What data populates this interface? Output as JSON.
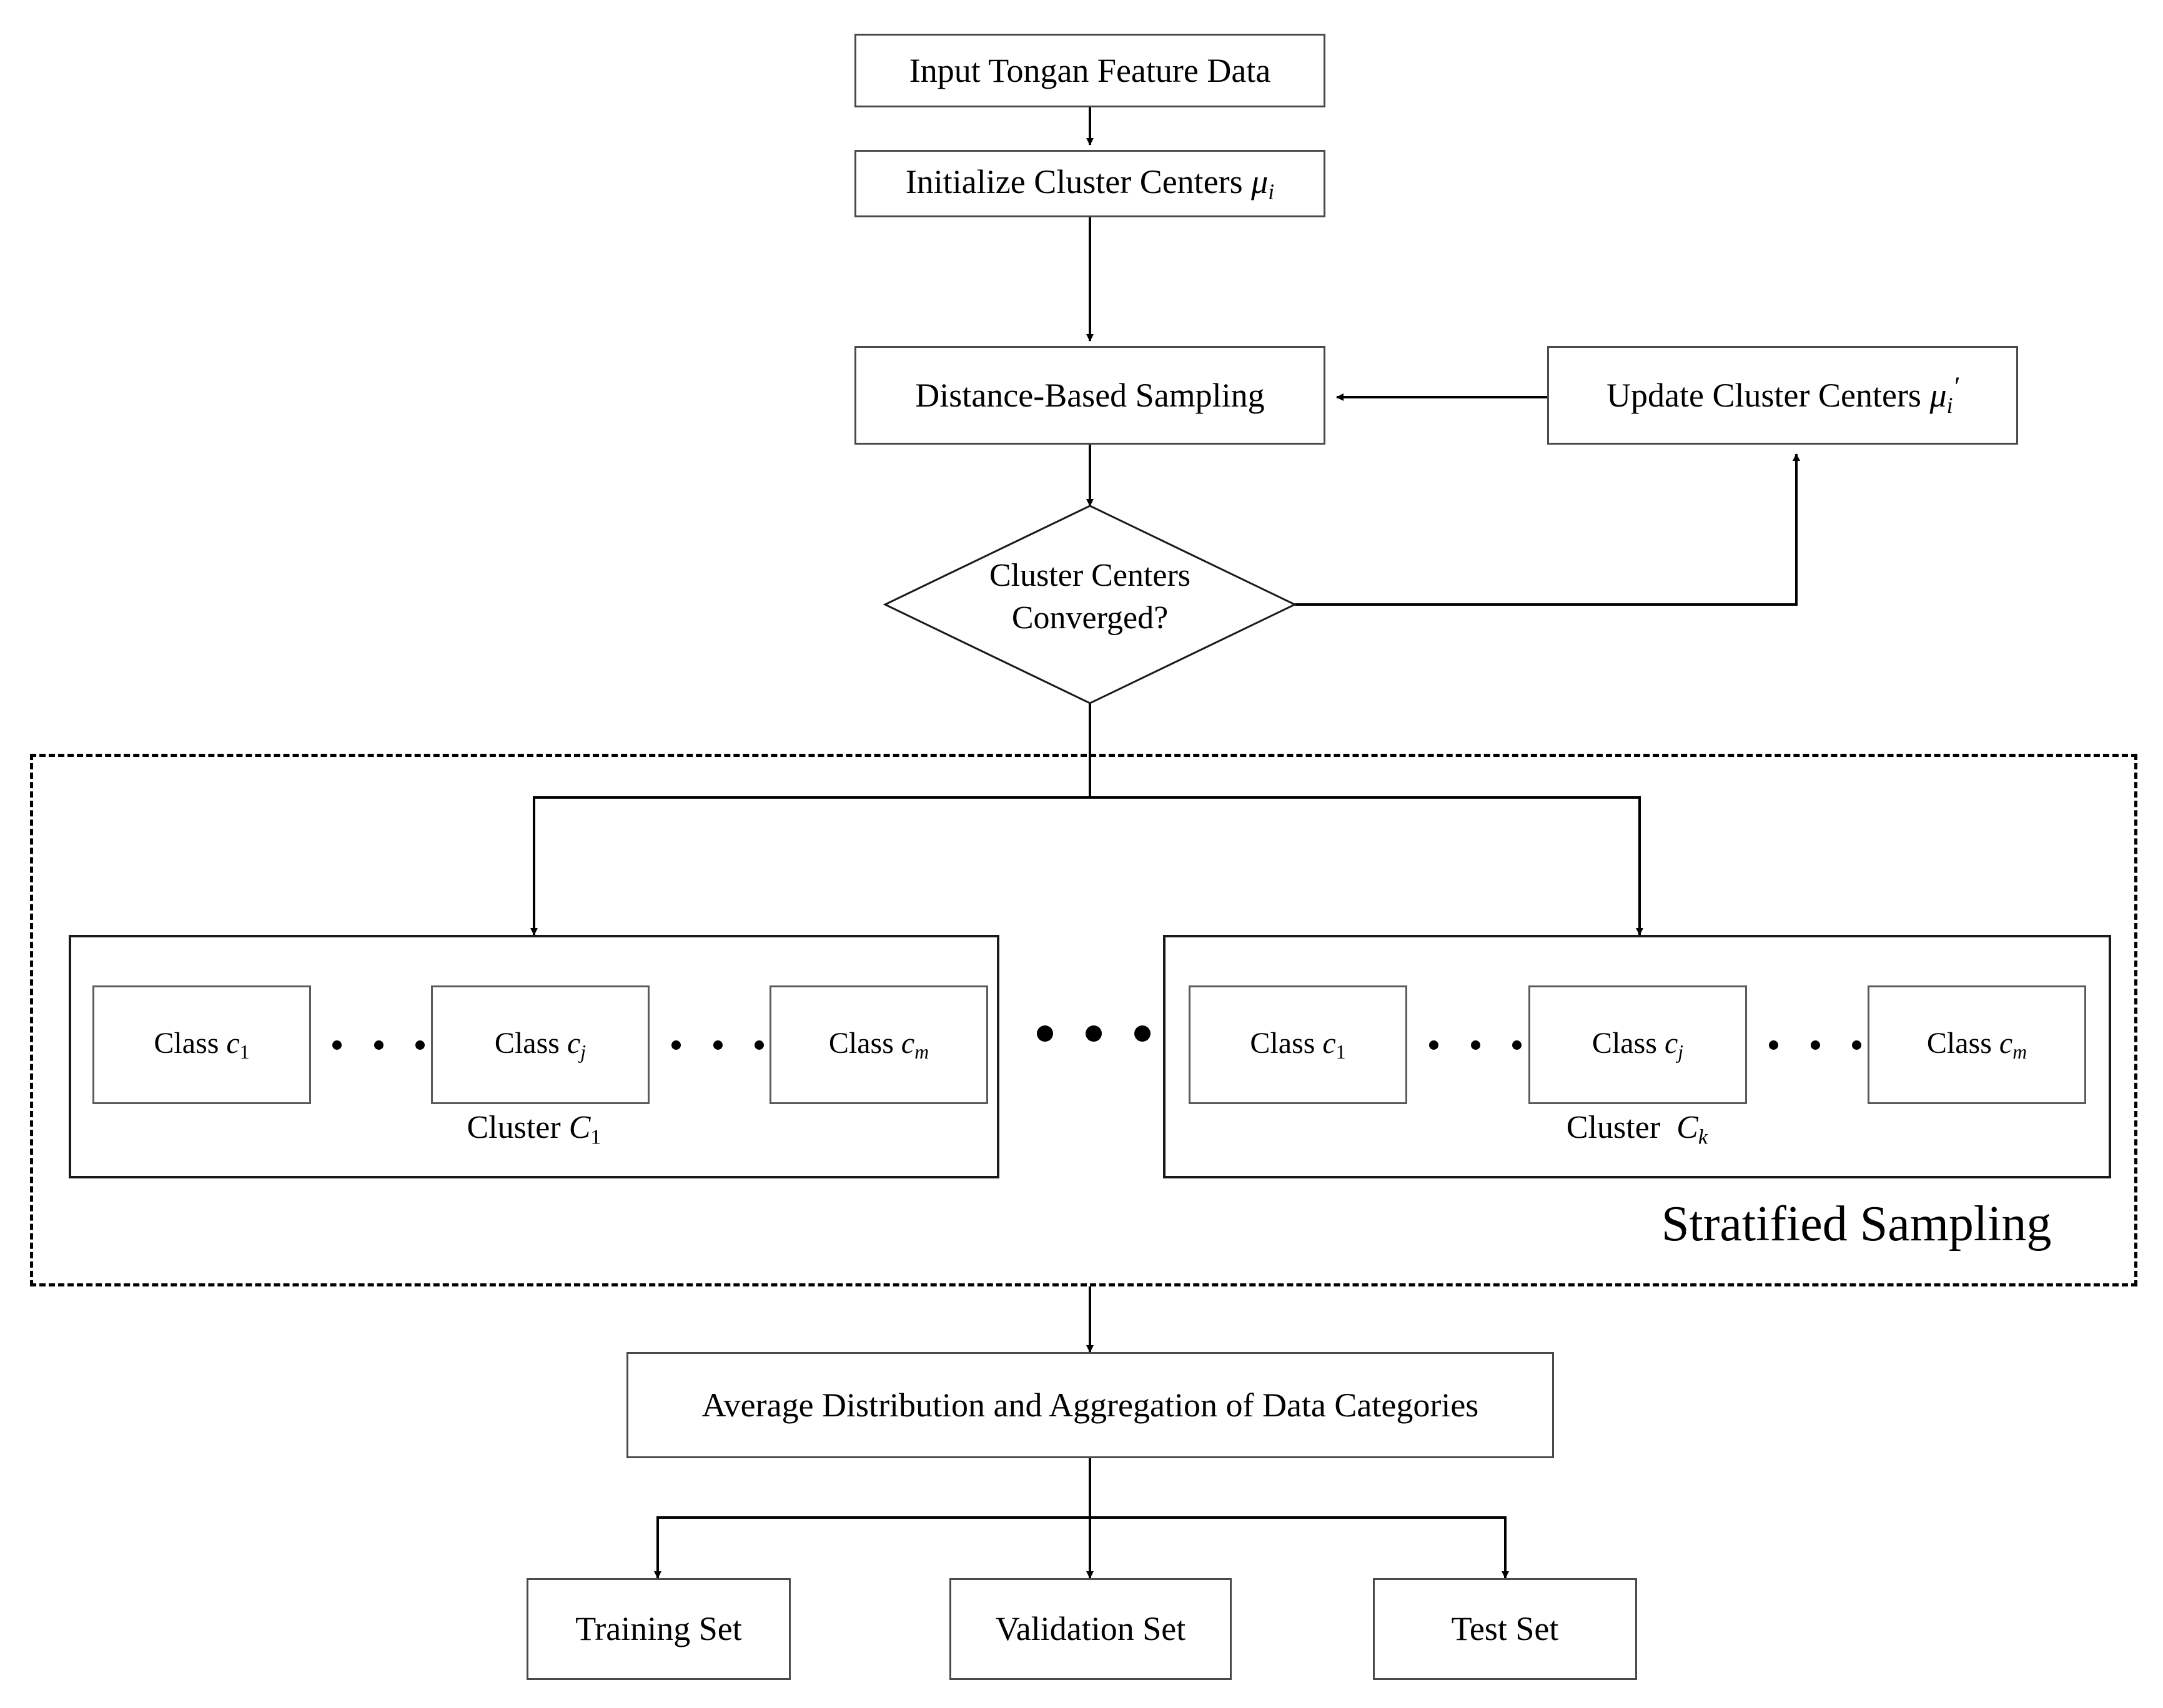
{
  "diagram": {
    "title": "Clustering and Stratified Sampling Flowchart",
    "nodes": {
      "input_data": "Input Tongan Feature Data",
      "initialize": "Initialize Cluster Centers",
      "initialize_symbol": "μ",
      "initialize_subscript": "i",
      "sampling": "Distance-Based Sampling",
      "update": "Update Cluster Centers",
      "update_symbol": "μ",
      "update_subscript": "i",
      "update_prime": "′",
      "decision_line1": "Cluster Centers",
      "decision_line2": "Converged?",
      "aggregation": "Average Distribution and Aggregation of Data Categories",
      "training_set": "Training Set",
      "validation_set": "Validation Set",
      "test_set": "Test Set"
    },
    "region": {
      "label": "Stratified Sampling"
    },
    "clusters": [
      {
        "name": "cluster-1",
        "label_prefix": "Cluster",
        "label_symbol": "C",
        "label_subscript": "1",
        "classes": [
          {
            "prefix": "Class",
            "symbol": "c",
            "subscript": "1"
          },
          {
            "prefix": "Class",
            "symbol": "c",
            "subscript": "j"
          },
          {
            "prefix": "Class",
            "symbol": "c",
            "subscript": "m"
          }
        ]
      },
      {
        "name": "cluster-k",
        "label_prefix": "Cluster",
        "label_symbol": "C",
        "label_subscript": "k",
        "classes": [
          {
            "prefix": "Class",
            "symbol": "c",
            "subscript": "1"
          },
          {
            "prefix": "Class",
            "symbol": "c",
            "subscript": "j"
          },
          {
            "prefix": "Class",
            "symbol": "c",
            "subscript": "m"
          }
        ]
      }
    ],
    "colors": {
      "line": "#000000",
      "box_border": "#4a4a4a",
      "group_border": "#1a1a1a",
      "background": "#ffffff",
      "text": "#000000"
    }
  }
}
